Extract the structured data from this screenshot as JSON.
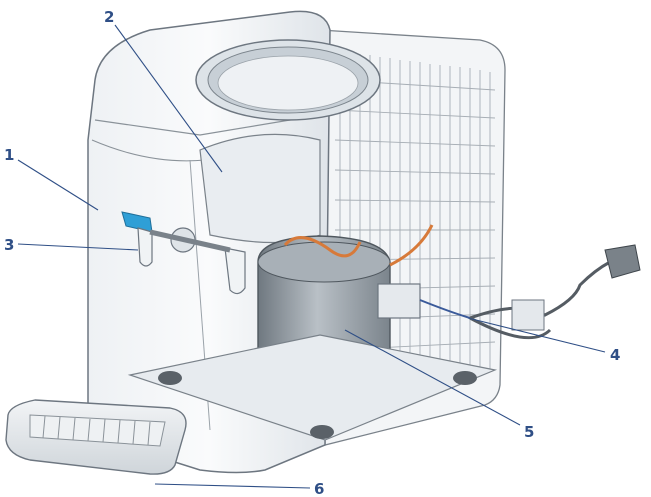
{
  "callouts": [
    {
      "label": "1"
    },
    {
      "label": "2"
    },
    {
      "label": "3"
    },
    {
      "label": "4"
    },
    {
      "label": "5"
    },
    {
      "label": "6"
    }
  ],
  "colors": {
    "outline": "#6d7680",
    "body_shade": "#e4e8ec",
    "body_light": "#f4f6f8",
    "leader": "#2f4f86",
    "label": "#2f4f86",
    "tap_blue": "#2f9fd6",
    "copper": "#d77a3a",
    "compressor": "#9aa3ab",
    "tray_grid": "#8a9299"
  }
}
